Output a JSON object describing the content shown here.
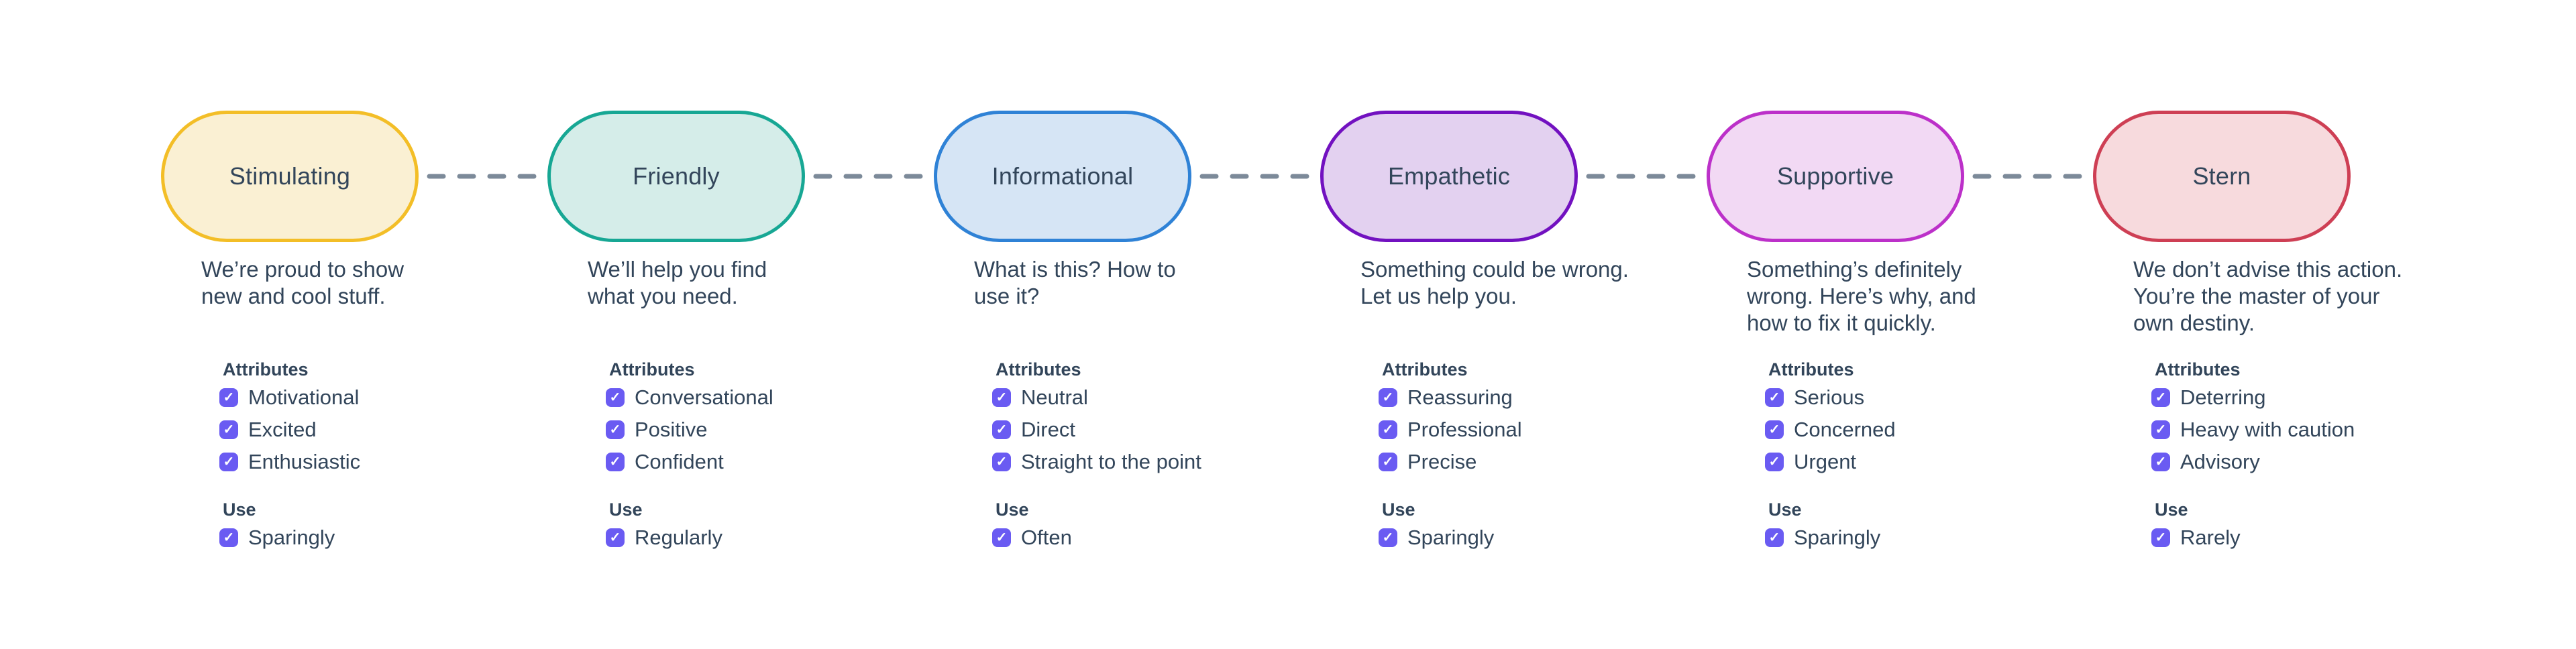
{
  "diagram": {
    "attributes_label": "Attributes",
    "use_label": "Use",
    "check_glyph": "✓",
    "checkbox_color": "#6a5bf2",
    "connector_color": "#7c8a99",
    "text_color": "#32455a",
    "nodes": [
      {
        "label": "Stimulating",
        "border_color": "#f3be27",
        "fill_color": "#faf0d3",
        "description": "We’re proud to show\nnew and cool stuff.",
        "attributes": [
          "Motivational",
          "Excited",
          "Enthusiastic"
        ],
        "use": "Sparingly"
      },
      {
        "label": "Friendly",
        "border_color": "#17a794",
        "fill_color": "#d5ede9",
        "description": "We’ll help you find\nwhat you need.",
        "attributes": [
          "Conversational",
          "Positive",
          "Confident"
        ],
        "use": "Regularly"
      },
      {
        "label": "Informational",
        "border_color": "#2f82d6",
        "fill_color": "#d6e5f5",
        "description": "What is this? How to\nuse it?",
        "attributes": [
          "Neutral",
          "Direct",
          "Straight to the point"
        ],
        "use": "Often"
      },
      {
        "label": "Empathetic",
        "border_color": "#7211c0",
        "fill_color": "#e3d1f0",
        "description": "Something could be wrong.\nLet us help you.",
        "attributes": [
          "Reassuring",
          "Professional",
          "Precise"
        ],
        "use": "Sparingly"
      },
      {
        "label": "Supportive",
        "border_color": "#bc30c9",
        "fill_color": "#f2d9f4",
        "description": "Something’s definitely\nwrong. Here’s why, and\nhow to fix it quickly.",
        "attributes": [
          "Serious",
          "Concerned",
          "Urgent"
        ],
        "use": "Sparingly"
      },
      {
        "label": "Stern",
        "border_color": "#ce3f54",
        "fill_color": "#f7dadd",
        "description": "We don’t advise this action.\nYou’re the master of your\nown destiny.",
        "attributes": [
          "Deterring",
          "Heavy with caution",
          "Advisory"
        ],
        "use": "Rarely"
      }
    ]
  }
}
